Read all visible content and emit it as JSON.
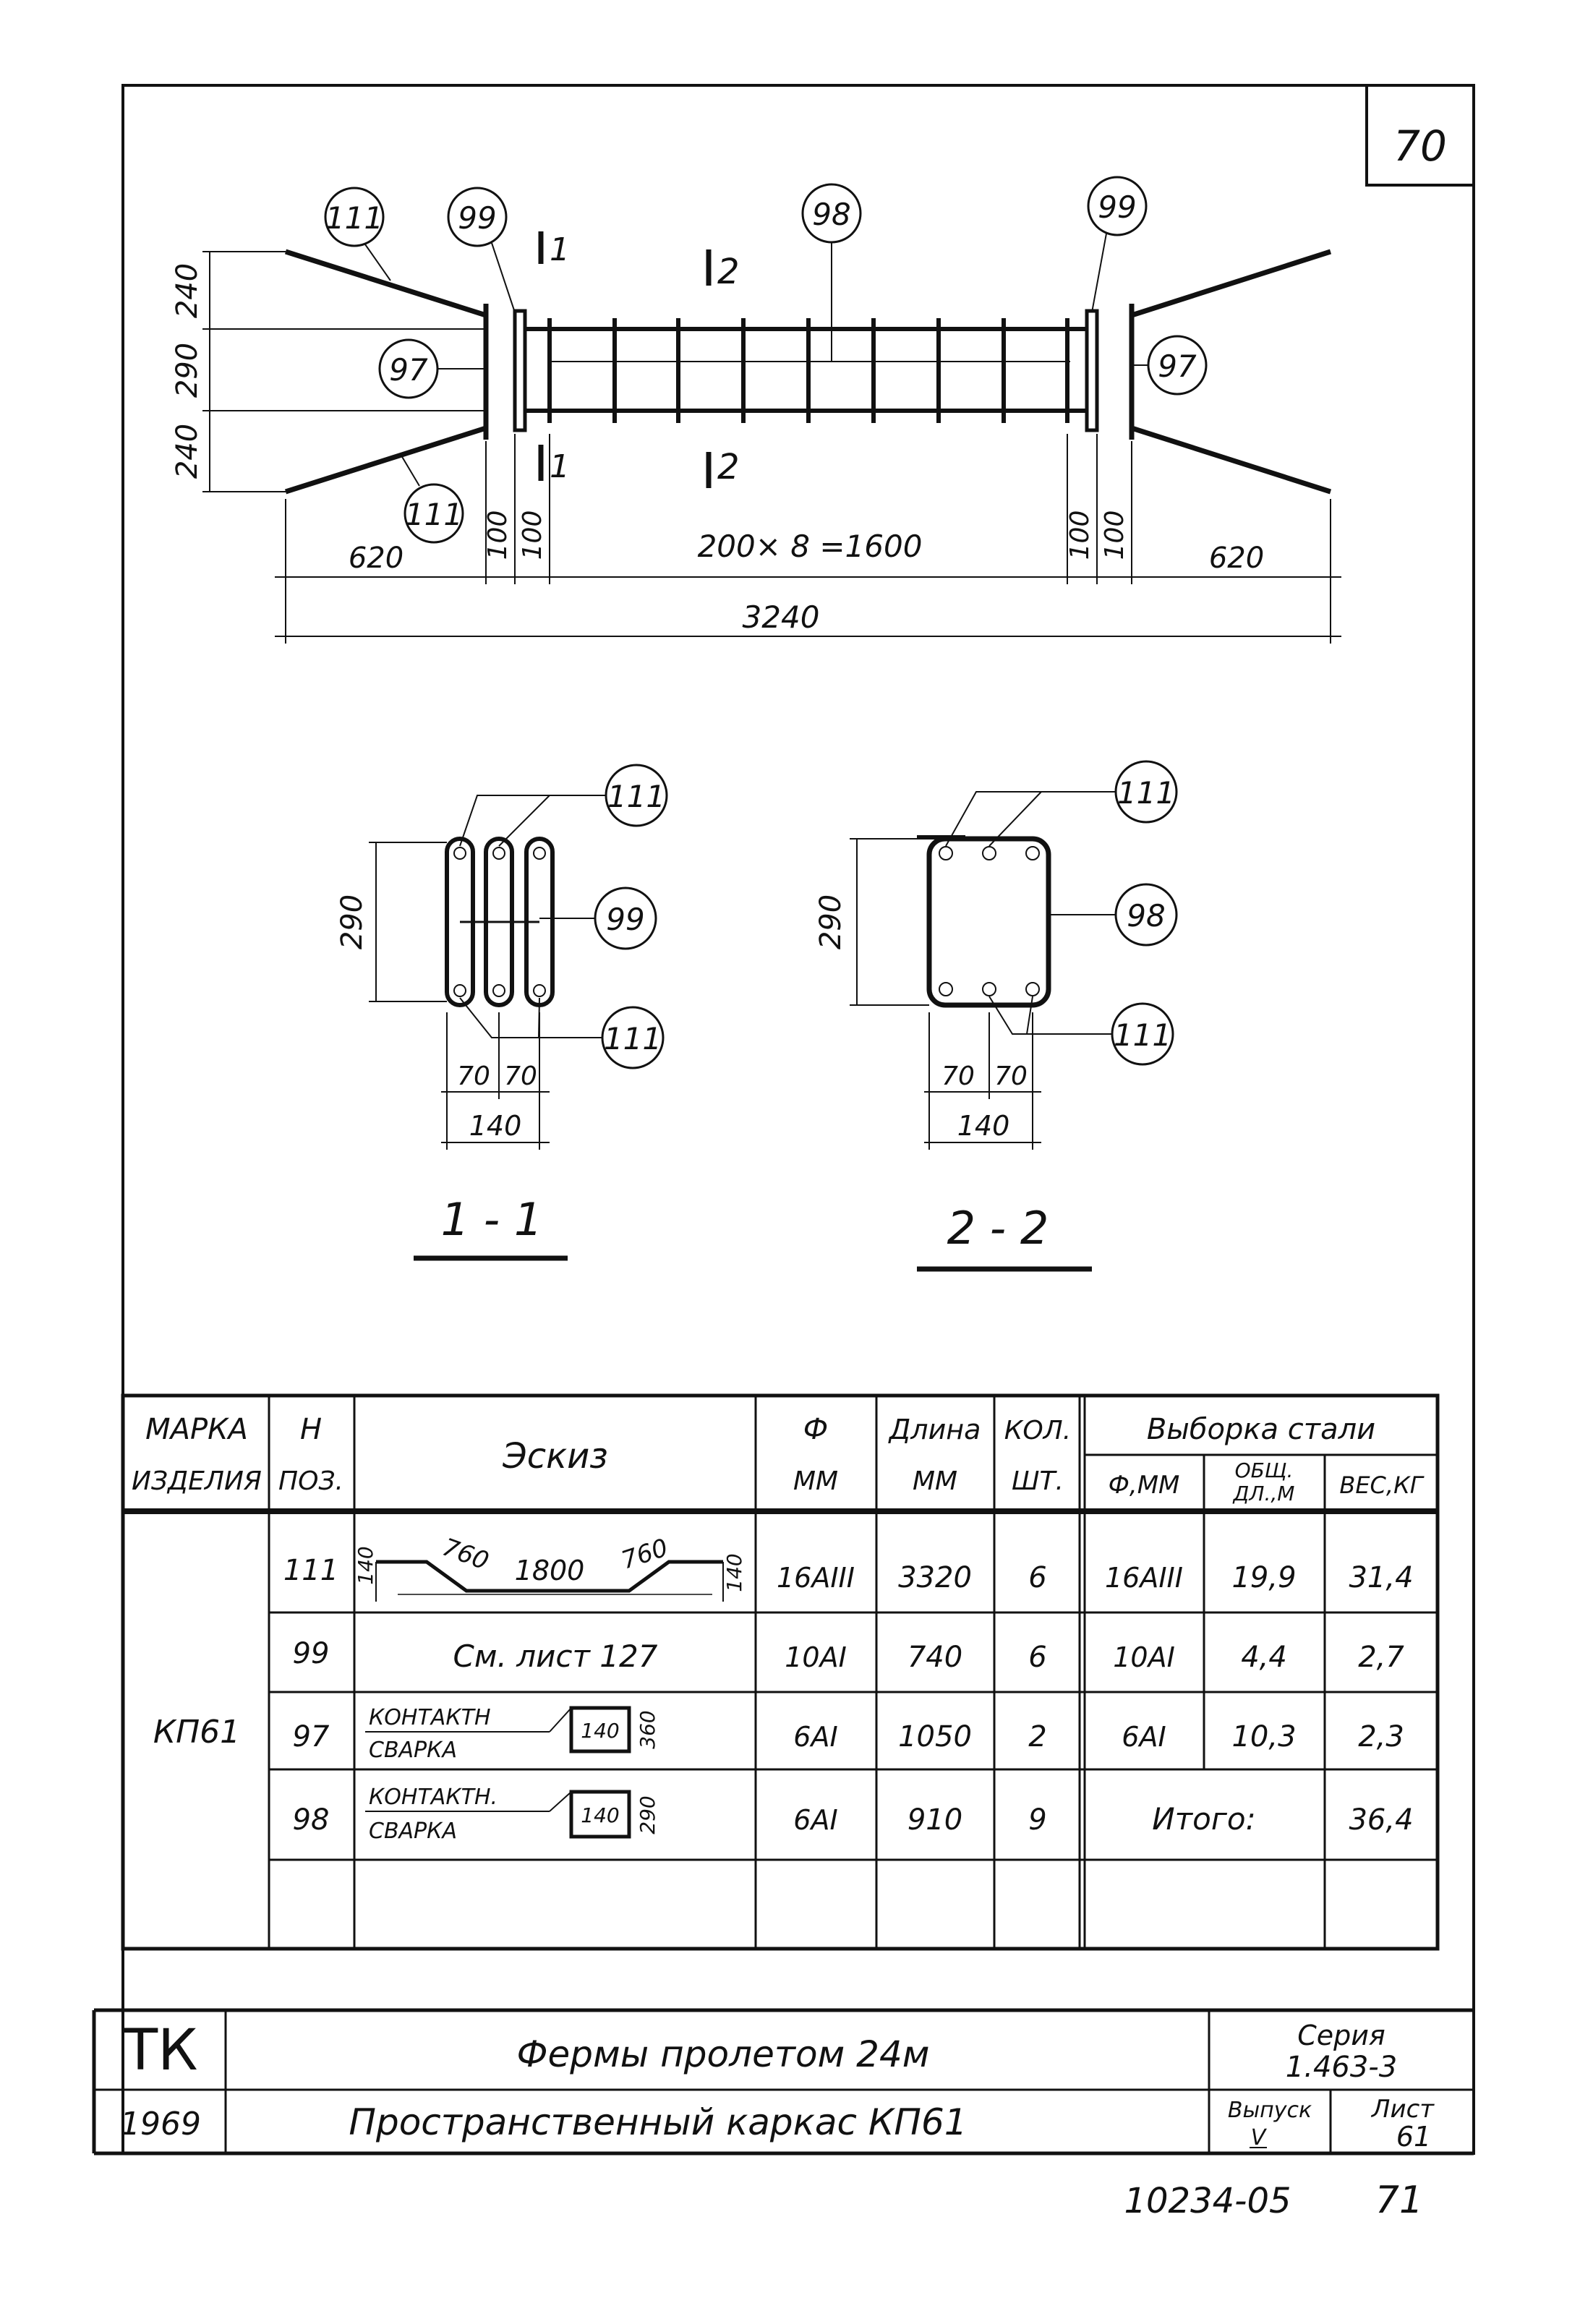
{
  "sheet_corner_number": "70",
  "main_view": {
    "callouts": {
      "p111": "111",
      "p99": "99",
      "p98": "98",
      "p97": "97"
    },
    "section_marks": {
      "s1": "1",
      "s2": "2"
    },
    "dims": {
      "left_240_top": "240",
      "left_290": "290",
      "left_240_bottom": "240",
      "d620_left": "620",
      "d100_a": "100",
      "d100_b": "100",
      "d1600": "200× 8 =1600",
      "d100_c": "100",
      "d100_d": "100",
      "d620_right": "620",
      "d3240": "3240"
    }
  },
  "section_1": {
    "title": "1 - 1",
    "callout_top": "111",
    "callout_mid": "99",
    "callout_bot": "111",
    "dim_height": "290",
    "dim_a": "70",
    "dim_b": "70",
    "dim_total": "140"
  },
  "section_2": {
    "title": "2 - 2",
    "callout_top": "111",
    "callout_mid": "98",
    "callout_bot": "111",
    "dim_height": "290",
    "dim_a": "70",
    "dim_b": "70",
    "dim_total": "140"
  },
  "spec_table": {
    "headers": {
      "mark_1": "МАРКА",
      "mark_2": "ИЗДЕЛИЯ",
      "pos_1": "Н",
      "pos_2": "ПОЗ.",
      "sketch": "Эскиз",
      "dia_1": "Ф",
      "dia_2": "ММ",
      "len_1": "Длина",
      "len_2": "ММ",
      "qty_1": "КОЛ.",
      "qty_2": "ШТ.",
      "steel": "Выборка стали",
      "steel_dia": "Ф,ММ",
      "steel_len_1": "ОБЩ.",
      "steel_len_2": "ДЛ.,М",
      "steel_wt": "ВЕС,КГ"
    },
    "mark": "КП61",
    "rows": [
      {
        "pos": "111",
        "dia": "16АIII",
        "len": "3320",
        "qty": "6",
        "s_dia": "16АIII",
        "s_len": "19,9",
        "s_wt": "31,4"
      },
      {
        "pos": "99",
        "sketch": "См. лист 127",
        "dia": "10АI",
        "len": "740",
        "qty": "6",
        "s_dia": "10АI",
        "s_len": "4,4",
        "s_wt": "2,7"
      },
      {
        "pos": "97",
        "sketch_1": "КОНТАКТН",
        "sketch_2": "СВАРКА",
        "box": "140",
        "side": "360",
        "dia": "6АI",
        "len": "1050",
        "qty": "2",
        "s_dia": "6АI",
        "s_len": "10,3",
        "s_wt": "2,3"
      },
      {
        "pos": "98",
        "sketch_1": "КОНТАКТН.",
        "sketch_2": "СВАРКА",
        "box": "140",
        "side": "290",
        "dia": "6АI",
        "len": "910",
        "qty": "9"
      }
    ],
    "sketch_111": {
      "a": "140",
      "b": "760",
      "c": "1800",
      "d": "760",
      "e": "140"
    },
    "total_label": "Итого:",
    "total_value": "36,4"
  },
  "title_block": {
    "org": "ТК",
    "year": "1969",
    "title_1": "Фермы пролетом 24м",
    "title_2": "Пространственный каркас КП61",
    "series_label": "Серия",
    "series_value": "1.463-3",
    "issue_label": "Выпуск",
    "issue_value": "V",
    "sheet_label": "Лист",
    "sheet_value": "61"
  },
  "footer": {
    "code": "10234-05",
    "page": "71"
  }
}
